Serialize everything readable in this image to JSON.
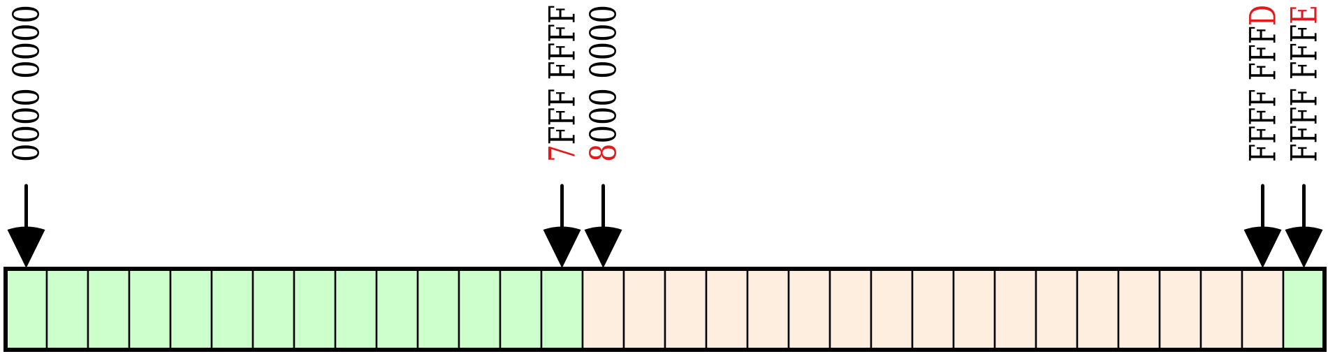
{
  "colors": {
    "green": "#ccffcc",
    "peach": "#fdeee0",
    "border": "#000000",
    "text": "#000000",
    "highlight": "#e31a1c"
  },
  "cells": [
    {
      "color": "green"
    },
    {
      "color": "green"
    },
    {
      "color": "green"
    },
    {
      "color": "green"
    },
    {
      "color": "green"
    },
    {
      "color": "green"
    },
    {
      "color": "green"
    },
    {
      "color": "green"
    },
    {
      "color": "green"
    },
    {
      "color": "green"
    },
    {
      "color": "green"
    },
    {
      "color": "green"
    },
    {
      "color": "green"
    },
    {
      "color": "green"
    },
    {
      "color": "peach"
    },
    {
      "color": "peach"
    },
    {
      "color": "peach"
    },
    {
      "color": "peach"
    },
    {
      "color": "peach"
    },
    {
      "color": "peach"
    },
    {
      "color": "peach"
    },
    {
      "color": "peach"
    },
    {
      "color": "peach"
    },
    {
      "color": "peach"
    },
    {
      "color": "peach"
    },
    {
      "color": "peach"
    },
    {
      "color": "peach"
    },
    {
      "color": "peach"
    },
    {
      "color": "peach"
    },
    {
      "color": "peach"
    },
    {
      "color": "peach"
    },
    {
      "color": "green"
    }
  ],
  "markers": [
    {
      "cell": 0,
      "label": [
        {
          "text": "0000 0000",
          "highlight": false
        }
      ]
    },
    {
      "cell": 13,
      "label": [
        {
          "text": "7",
          "highlight": true
        },
        {
          "text": "FFF FFFF",
          "highlight": false
        }
      ]
    },
    {
      "cell": 14,
      "label": [
        {
          "text": "8",
          "highlight": true
        },
        {
          "text": "000 0000",
          "highlight": false
        }
      ]
    },
    {
      "cell": 30,
      "label": [
        {
          "text": "FFFF FFF",
          "highlight": false
        },
        {
          "text": "D",
          "highlight": true
        }
      ]
    },
    {
      "cell": 31,
      "label": [
        {
          "text": "FFFF FFF",
          "highlight": false
        },
        {
          "text": "E",
          "highlight": true
        }
      ]
    }
  ]
}
